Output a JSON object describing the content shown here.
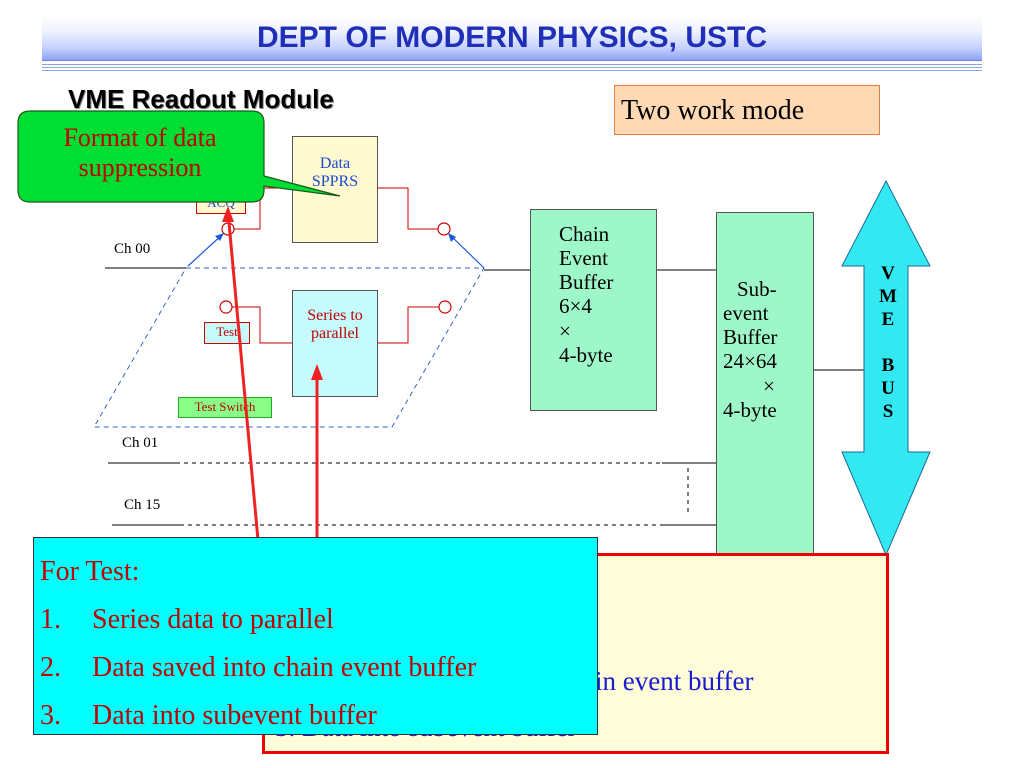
{
  "header": {
    "title": "DEPT OF MODERN PHYSICS, USTC"
  },
  "slide": {
    "title": "VME Readout Module"
  },
  "modes_label": "Two work mode",
  "callouts": {
    "format": "Format of data suppression",
    "test": {
      "heading": "For Test:",
      "items": [
        {
          "num": "1.",
          "text": "Series data to parallel"
        },
        {
          "num": "2.",
          "text": "Data saved into chain event buffer"
        },
        {
          "num": "3.",
          "text": "Data into subevent buffer"
        }
      ]
    }
  },
  "blocks": {
    "data_suppress": [
      "Data",
      "SPPRS"
    ],
    "acq": "ACQ",
    "series_parallel": [
      "Series to",
      "parallel"
    ],
    "test": "Test",
    "test_switch": "Test Switch",
    "chain_buffer": [
      "Chain",
      "Event",
      "Buffer",
      "6×4",
      "×",
      "4-byte"
    ],
    "subevent_buffer": [
      "Sub-",
      "event",
      "Buffer",
      "24×64",
      "×",
      "4-byte"
    ],
    "vme_bus": [
      "V",
      "M",
      "E",
      "",
      "B",
      "U",
      "S"
    ]
  },
  "channels": {
    "ch00": "Ch 00",
    "ch01": "Ch 01",
    "ch15": "Ch 15"
  },
  "mode_panel": {
    "line2": "in event buffer",
    "line3": "3.   Data into subevent buffer"
  },
  "colors": {
    "callout_green": "#00dd33",
    "callout_cyan": "#00ffff",
    "buffer_green": "#9ef7c9",
    "vme_cyan": "#33e8f0",
    "header_blue": "#1f2fb8",
    "text_red": "#c00000"
  }
}
